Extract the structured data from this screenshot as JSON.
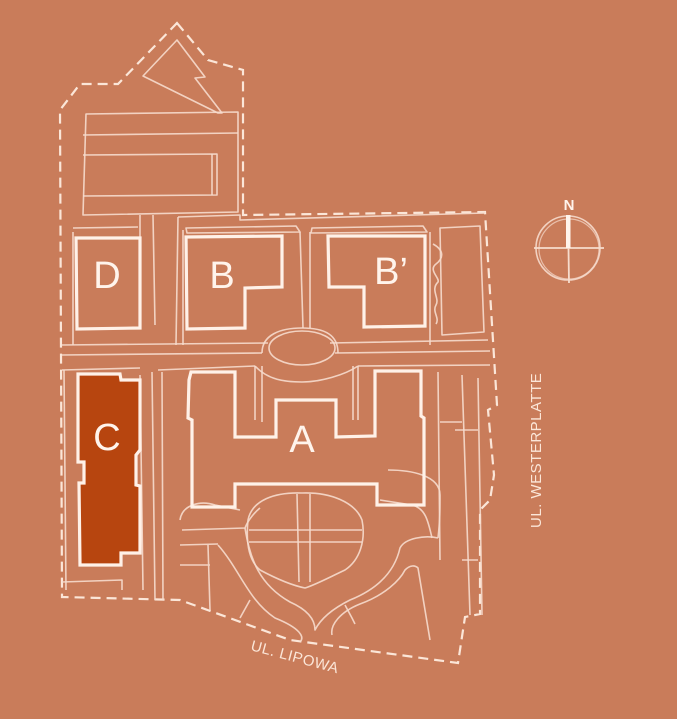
{
  "map": {
    "background_color": "#c97c5a",
    "selected_fill_color": "#b7450f",
    "line_color": "#fbe6d8",
    "buildings": [
      {
        "id": "A",
        "label": "A",
        "selected": false
      },
      {
        "id": "B",
        "label": "B",
        "selected": false
      },
      {
        "id": "B_prime",
        "label": "B’",
        "selected": false
      },
      {
        "id": "C",
        "label": "C",
        "selected": true
      },
      {
        "id": "D",
        "label": "D",
        "selected": false
      }
    ],
    "streets": [
      {
        "name": "UL. LIPOWA"
      },
      {
        "name": "UL. WESTERPLATTE"
      }
    ],
    "compass": {
      "label": "N",
      "icon": "compass-north-icon"
    }
  }
}
